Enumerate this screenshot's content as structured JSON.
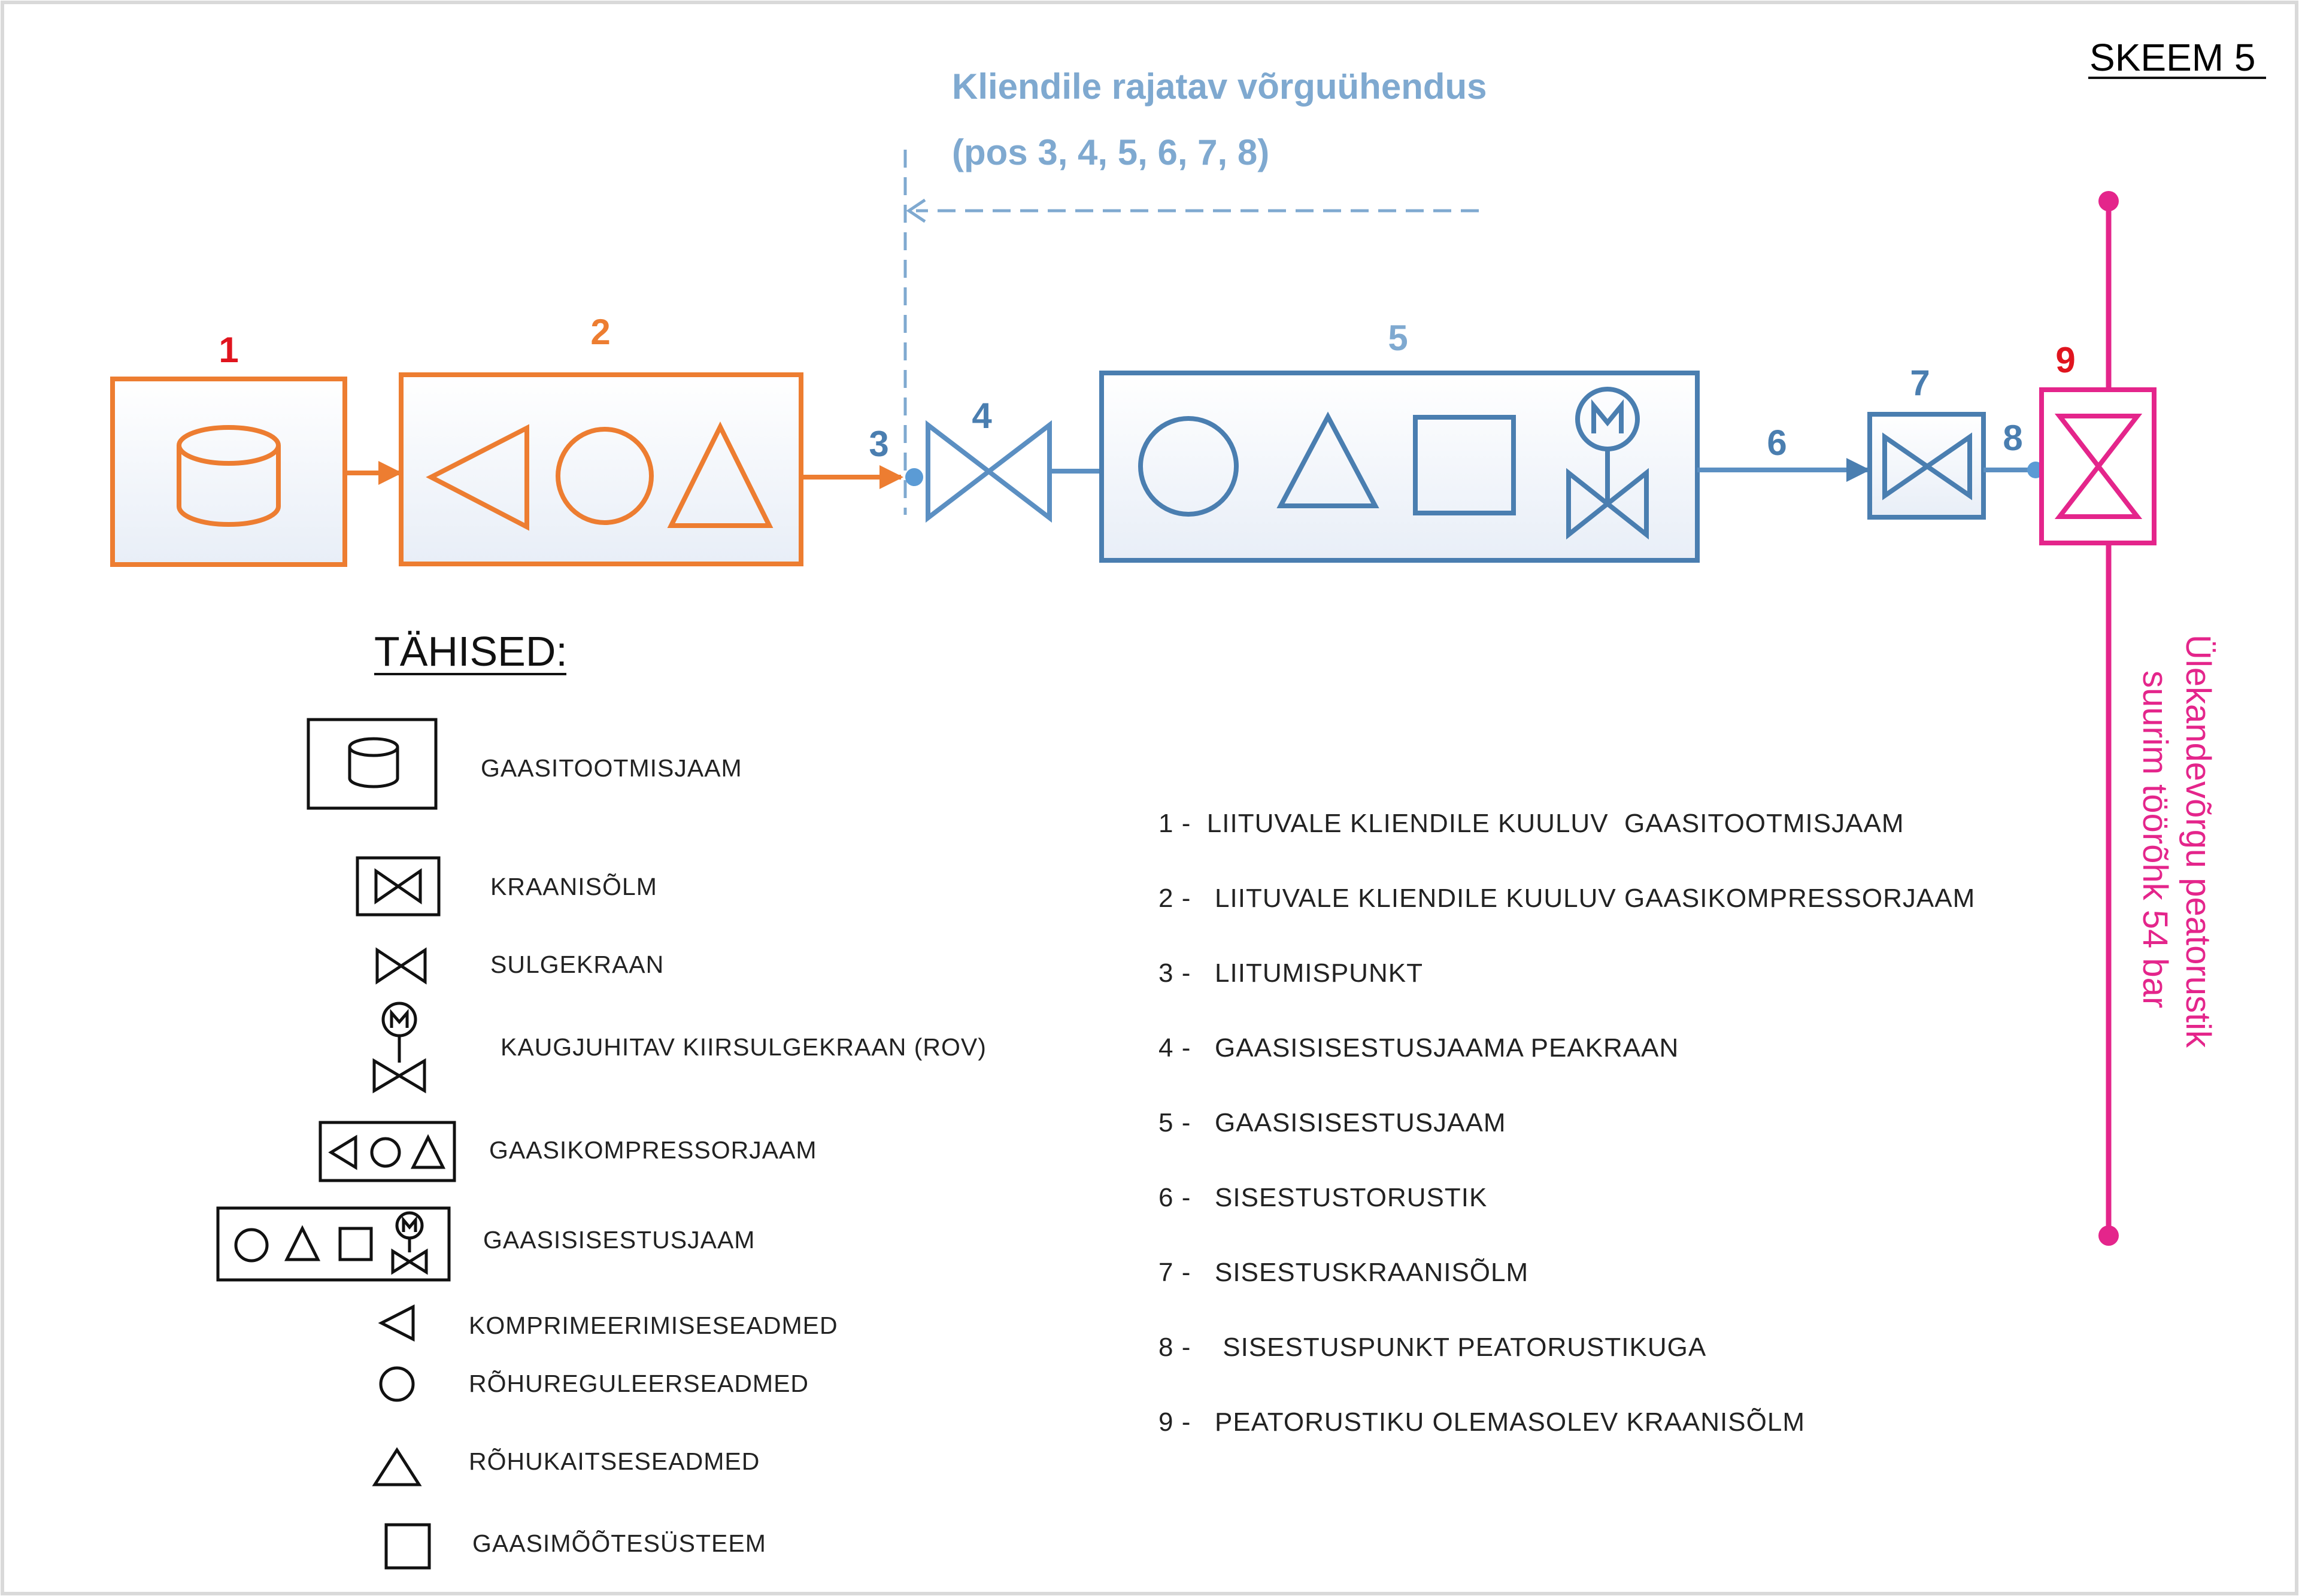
{
  "title": "SKEEM 5",
  "network_note": {
    "line1": "Kliendile rajatav võrguühendus",
    "line2": "(pos 3, 4, 5, 6, 7, 8)"
  },
  "pipeline_label": {
    "line1": "Ülekandevõrgu peatorustik",
    "line2": "suurim töörõhk 54 bar"
  },
  "positions": [
    "1",
    "2",
    "3",
    "4",
    "5",
    "6",
    "7",
    "8",
    "9"
  ],
  "legend": {
    "heading": "TÄHISED:",
    "items": [
      "GAASITOOTMISJAAM",
      "KRAANISÕLM",
      "SULGEKRAAN",
      "KAUGJUHITAV KIIRSULGEKRAAN (ROV)",
      "GAASIKOMPRESSORJAAM",
      "GAASISISESTUSJAAM",
      "KOMPRIMEERIMISESEADMED",
      "RÕHUREGULEERSEADMED",
      "RÕHUKAITSESEADMED",
      "GAASIMÕÕTESÜSTEEM"
    ]
  },
  "descriptions": [
    "1 -  LIITUVALE KLIENDILE KUULUV  GAASITOOTMISJAAM",
    "2 -   LIITUVALE KLIENDILE KUULUV GAASIKOMPRESSORJAAM",
    "3 -   LIITUMISPUNKT",
    "4 -   GAASISISESTUSJAAMA PEAKRAAN",
    "5 -   GAASISISESTUSJAAM",
    "6 -   SISESTUSTORUSTIK",
    "7 -   SISESTUSKRAANISÕLM",
    "8 -    SISESTUSPUNKT PEATORUSTIKUGA",
    "9 -   PEATORUSTIKU OLEMASOLEV KRAANISÕLM"
  ],
  "colors": {
    "client": "#ED7D31",
    "network": "#4A7EB0",
    "network_light": "#7FA9D0",
    "pipeline": "#E4258B",
    "red_label": "#E0141E",
    "box_fill": "#EEF3FA"
  }
}
